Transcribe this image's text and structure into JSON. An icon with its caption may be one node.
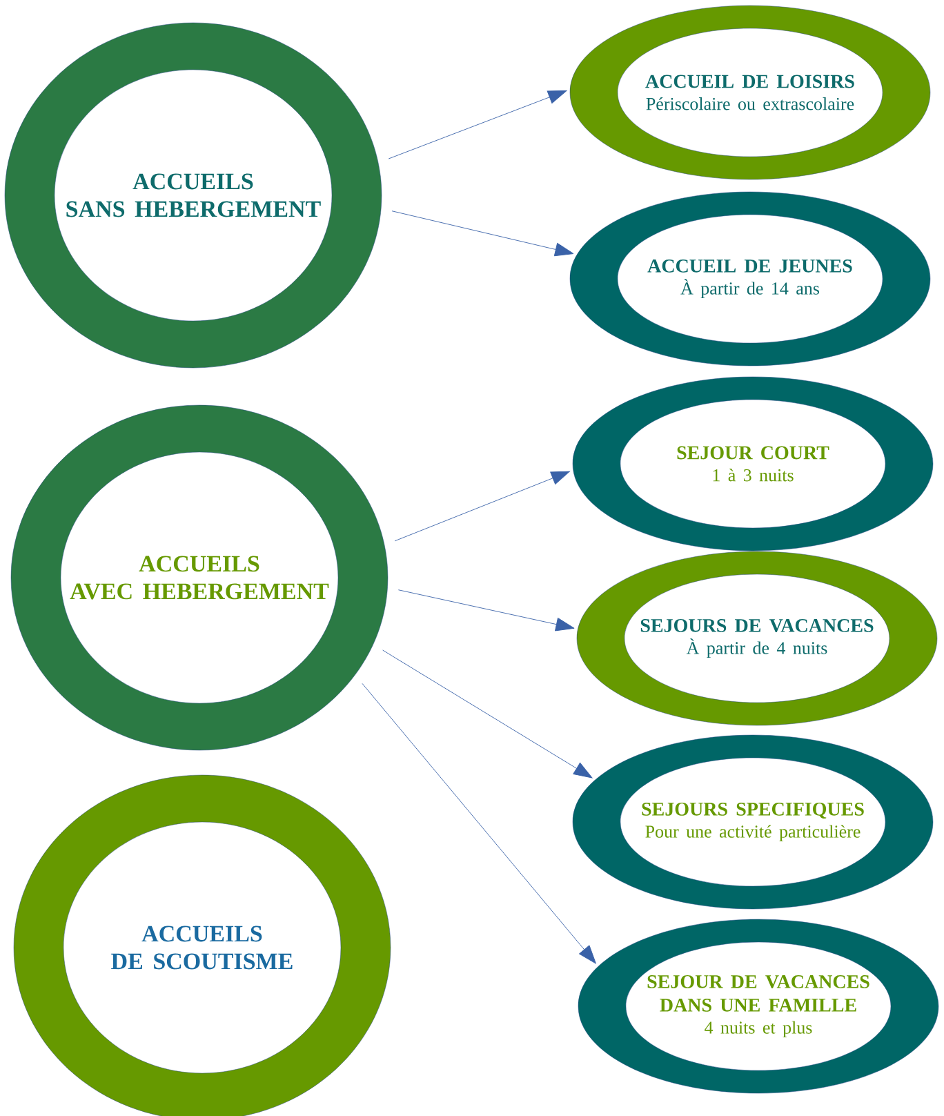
{
  "diagram": {
    "nodes": [
      {
        "text": [
          "ACCUEILS SANS HEBERGEMENT"
        ]
      },
      {
        "text": [
          "ACCUEIL DE LOISIRS",
          "Périscolaire ou extrascolaire"
        ]
      },
      {
        "text": [
          "ACCUEIL DE JEUNES",
          "À partir de 14 ans"
        ]
      },
      {
        "text": [
          "SEJOUR COURT",
          "1 à 3 nuits"
        ]
      },
      {
        "text": [
          "SEJOURS DE VACANCES",
          "À partir de 4 nuits"
        ]
      },
      {
        "text": [
          "SEJOURS SPECIFIQUES",
          "Pour une activité particulière"
        ]
      },
      {
        "text": [
          "SEJOUR DE VACANCES DANS UNE FAMILLE",
          "4 nuits et plus"
        ]
      },
      {
        "text": [
          "ACCUEILS AVEC HEBERGEMENT"
        ]
      },
      {
        "text": [
          "ACCUEILS DE SCOUTISME"
        ]
      }
    ],
    "edges": [
      {
        "from": 0,
        "to": 1,
        "arrow": "to"
      },
      {
        "from": 0,
        "to": 2,
        "arrow": "to"
      },
      {
        "from": 7,
        "to": 3,
        "arrow": "to"
      },
      {
        "from": 7,
        "to": 4,
        "arrow": "to"
      },
      {
        "from": 7,
        "to": 5,
        "arrow": "to"
      },
      {
        "from": 7,
        "to": 6,
        "arrow": "to"
      }
    ]
  }
}
